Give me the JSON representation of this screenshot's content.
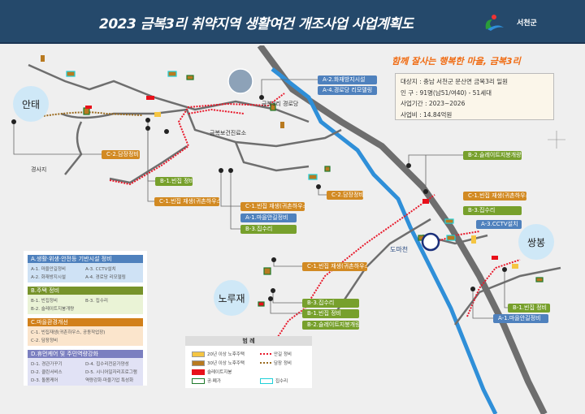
{
  "header": {
    "title": "2023 금복3리 취약지역 생활여건 개조사업 사업계획도",
    "logo_text": "서천군"
  },
  "slogan": "함께 잘사는 행복한 마을, 금복3리",
  "info": [
    "대상지 : 충남 서천군 문산면 금복3리 일원",
    "인   구 : 91명(남51/여40) - 51세대",
    "사업기간 : 2023~2026",
    "사업비 : 14.84억원"
  ],
  "places": {
    "antae": "안태",
    "norujae": "노루재",
    "ssangbong": "쌍봉",
    "slope": "경사지",
    "senior_center": "금복3리 경로당",
    "clinic": "금복보건진료소",
    "stream": "도마천"
  },
  "map_labels": [
    {
      "text": "A-2.화재방지시설",
      "cat": "A"
    },
    {
      "text": "A-4.경로당 리모델링",
      "cat": "A"
    },
    {
      "text": "C-2.담장정비",
      "cat": "C"
    },
    {
      "text": "B-1.빈집 정비",
      "cat": "B"
    },
    {
      "text": "C-1.빈집 재생(귀촌하우스)",
      "cat": "C"
    },
    {
      "text": "C-1.빈집 재생(귀촌하우스)",
      "cat": "C"
    },
    {
      "text": "A-1.마을안길정비",
      "cat": "A"
    },
    {
      "text": "B-3.집수리",
      "cat": "B"
    },
    {
      "text": "C-2.담장정비",
      "cat": "C"
    },
    {
      "text": "C-1.빈집 재생(귀촌하우스)",
      "cat": "C"
    },
    {
      "text": "B-3.집수리",
      "cat": "B"
    },
    {
      "text": "B-1.빈집 정비",
      "cat": "B"
    },
    {
      "text": "B-2.슬레이트지붕개량",
      "cat": "B"
    },
    {
      "text": "B-2.슬레이트지붕개량",
      "cat": "B"
    },
    {
      "text": "C-1.빈집 재생(귀촌하우스)",
      "cat": "C"
    },
    {
      "text": "B-3.집수리",
      "cat": "B"
    },
    {
      "text": "A-3.CCTV설치",
      "cat": "A"
    },
    {
      "text": "B-1.빈집 정비",
      "cat": "B"
    },
    {
      "text": "A-1.마을안길정비",
      "cat": "A"
    }
  ],
  "categories": [
    {
      "title": "A.생활·위생·안전등 기반시설 정비",
      "color": "#4f81bd",
      "bg": "#cfe2f5",
      "items": [
        "A-1. 마을안길정비",
        "A-3. CCTV설치",
        "A-2. 화재방지시설",
        "A-4. 경로당 리모델링"
      ]
    },
    {
      "title": "B.주택 정비",
      "color": "#77932b",
      "bg": "#eaf3d6",
      "items": [
        "B-1. 빈집정비",
        "B-3. 집수리",
        "B-2. 슬레이트지붕개량",
        ""
      ]
    },
    {
      "title": "C.마을환경개선",
      "color": "#d2801a",
      "bg": "#fbe5cc",
      "items": [
        "C-1. 빈집재생(귀촌하우스, 공동작업장)",
        "",
        "C-2. 담장정비",
        ""
      ]
    },
    {
      "title": "D.휴먼케어 및 주민역량강화",
      "color": "#7b7fc0",
      "bg": "#e1e2f5",
      "items": [
        "D-1. 경관가꾸기",
        "D-4. 집수리전문가양성",
        "D-2. 클린서비스",
        "D-5. 시니어일자리프로그램",
        "D-3. 돌봄케어",
        "역량강화·마을기업 특성화"
      ]
    }
  ],
  "legend": {
    "title": "범 례",
    "items": [
      {
        "label": "20년 이상 노후주택",
        "type": "fill",
        "color": "#f5c542"
      },
      {
        "label": "안길 정비",
        "type": "line",
        "color": "#e8182a"
      },
      {
        "label": "30년 이상 노후주택",
        "type": "fill",
        "color": "#b87a20"
      },
      {
        "label": "담장 정비",
        "type": "line",
        "color": "#9a6a1e"
      },
      {
        "label": "슬레이트지붕",
        "type": "fill",
        "color": "#e8101a"
      },
      {
        "label": "공·폐가",
        "type": "outline",
        "color": "#1f7a2b"
      },
      {
        "label": "집수리",
        "type": "outline",
        "color": "#20d0d8"
      }
    ]
  },
  "colors": {
    "header": "#25496b",
    "river": "#2f8fd8",
    "road": "#6e6e6e"
  }
}
